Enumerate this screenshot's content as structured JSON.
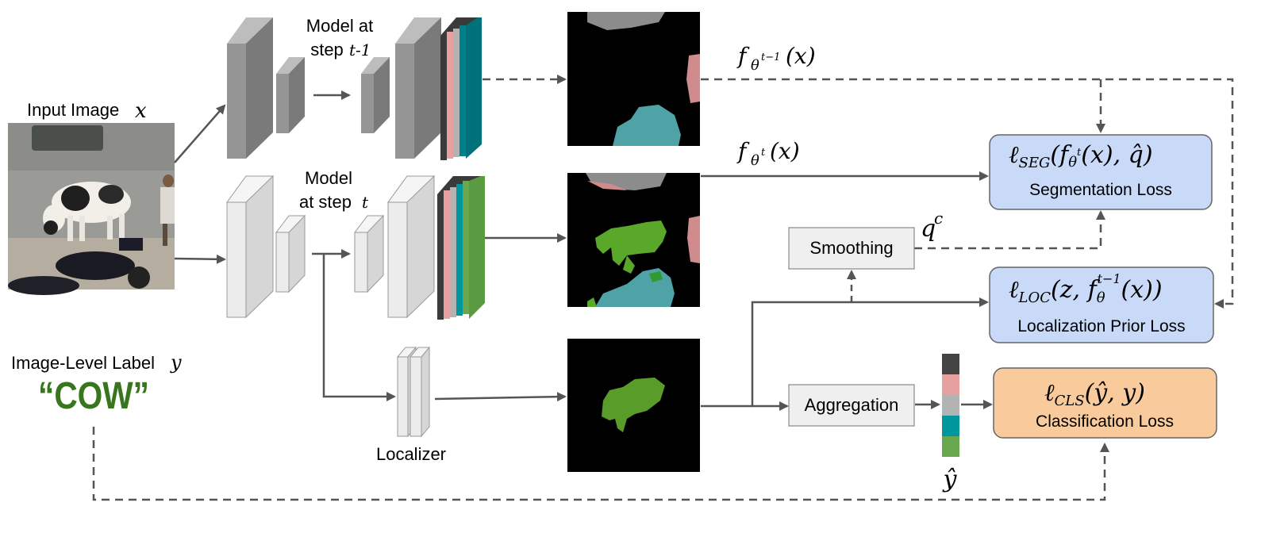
{
  "input": {
    "title_text": "Input Image",
    "title_var": "x"
  },
  "label": {
    "title_text": "Image-Level Label",
    "title_var": "y",
    "value": "“COW”"
  },
  "model_prev": {
    "title_line1": "Model at",
    "title_line2": "step",
    "step_var": "t-1"
  },
  "model_curr": {
    "title_line1": "Model",
    "title_line2": "at step",
    "step_var": "t"
  },
  "localizer": {
    "label": "Localizer"
  },
  "outputs": {
    "f_prev": {
      "f": "f",
      "theta": "θ",
      "sup": "t−1",
      "arg": "(x)"
    },
    "f_curr": {
      "f": "f",
      "theta": "θ",
      "sup": "t",
      "arg": "(x)"
    },
    "q_c": {
      "q": "q",
      "sup": "c"
    },
    "y_hat": "ŷ"
  },
  "modules": {
    "smoothing": "Smoothing",
    "aggregation": "Aggregation"
  },
  "losses": {
    "seg": {
      "formula": {
        "ell": "ℓ",
        "sub": "SEG",
        "open": "(",
        "f": "f",
        "theta": "θ",
        "sup": "t",
        "mid": "(x), ",
        "qhat": "q̂",
        "close": ")"
      },
      "name": "Segmentation Loss"
    },
    "loc": {
      "formula": {
        "ell": "ℓ",
        "sub": "LOC",
        "open": "(z, ",
        "f": "f",
        "theta": "θ",
        "sup": "t−1",
        "mid": "(x)",
        "close": ")"
      },
      "name": "Localization Prior Loss"
    },
    "cls": {
      "formula": {
        "ell": "ℓ",
        "sub": "CLS",
        "open": "(",
        "yhat": "ŷ",
        "mid": ", y",
        "close": ")"
      },
      "name": "Classification Loss"
    }
  },
  "colors": {
    "arrow": "#555555",
    "seg_box": "#c9daf8",
    "loc_box": "#c9daf8",
    "cls_box": "#f9cb9c",
    "module_box": "#efefef",
    "cow_green": "#38761d",
    "teal": "#00808b",
    "pink": "#e6a0a0",
    "grey_class": "#b3b3b3",
    "dark_class": "#444444",
    "green_class": "#6aa84f"
  },
  "class_vector": [
    "#444444",
    "#e6a0a0",
    "#b3b3b3",
    "#00969e",
    "#6aa84f"
  ]
}
